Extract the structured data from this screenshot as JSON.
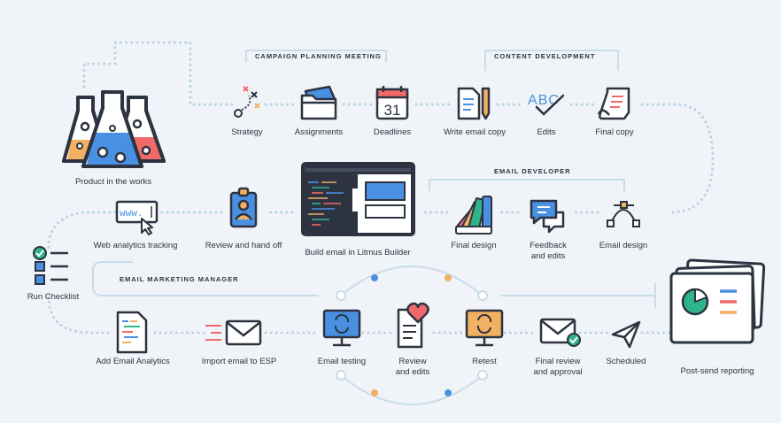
{
  "sections": {
    "planning": "CAMPAIGN PLANNING MEETING",
    "content": "CONTENT DEVELOPMENT",
    "developer": "EMAIL DEVELOPER",
    "marketing": "EMAIL MARKETING MANAGER"
  },
  "steps": {
    "product": "Product in the works",
    "strategy": "Strategy",
    "assignments": "Assignments",
    "deadlines": "Deadlines",
    "write_copy": "Write email copy",
    "edits": "Edits",
    "final_copy": "Final copy",
    "email_design": "Email design",
    "feedback_1": "Feedback",
    "feedback_2": "and edits",
    "final_design": "Final design",
    "build": "Build email in Litmus Builder",
    "review_handoff": "Review and hand off",
    "web_analytics": "Web analytics tracking",
    "run_checklist": "Run Checklist",
    "add_analytics": "Add Email Analytics",
    "import_esp": "Import email to ESP",
    "email_testing": "Email testing",
    "review_edits_1": "Review",
    "review_edits_2": "and edits",
    "retest": "Retest",
    "final_review_1": "Final review",
    "final_review_2": "and approval",
    "scheduled": "Scheduled",
    "post_send": "Post-send reporting"
  },
  "icon_text": {
    "calendar_day": "31",
    "abc": "ABC",
    "www": "www."
  },
  "colors": {
    "dots": "#b9d3e6",
    "ink": "#2d3340",
    "blue": "#4a90e2",
    "orange": "#f2b162",
    "red": "#f06a6a",
    "green": "#2fb38a",
    "line": "#c9dce9"
  }
}
